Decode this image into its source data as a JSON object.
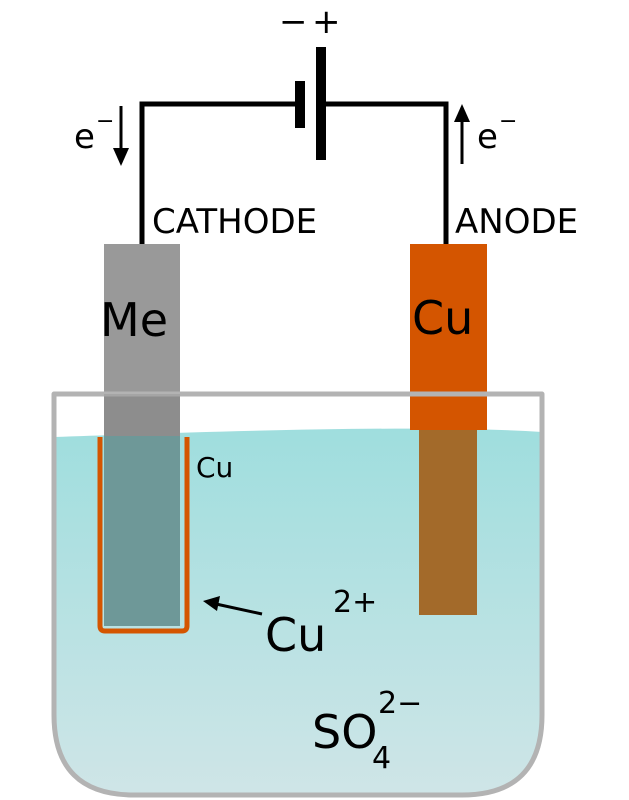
{
  "battery": {
    "minus": "−",
    "plus": "+"
  },
  "left_electron": {
    "label": "e",
    "sup": "−"
  },
  "right_electron": {
    "label": "e",
    "sup": "−"
  },
  "electrodes": {
    "cathode": {
      "label": "CATHODE",
      "metal": "Me",
      "color": "#999999"
    },
    "anode": {
      "label": "ANODE",
      "metal": "Cu",
      "color": "#d45500"
    }
  },
  "coating": {
    "label": "Cu",
    "color": "#d45500"
  },
  "ion_copper": {
    "base": "Cu",
    "sup": "2+"
  },
  "ion_sulfate": {
    "base": "SO",
    "sub": "4",
    "sup": "2−"
  },
  "colors": {
    "solution_top": "#9fdede",
    "solution_bottom": "#cfe5e7",
    "beaker": "#b3b3b3",
    "wire": "#000000"
  }
}
